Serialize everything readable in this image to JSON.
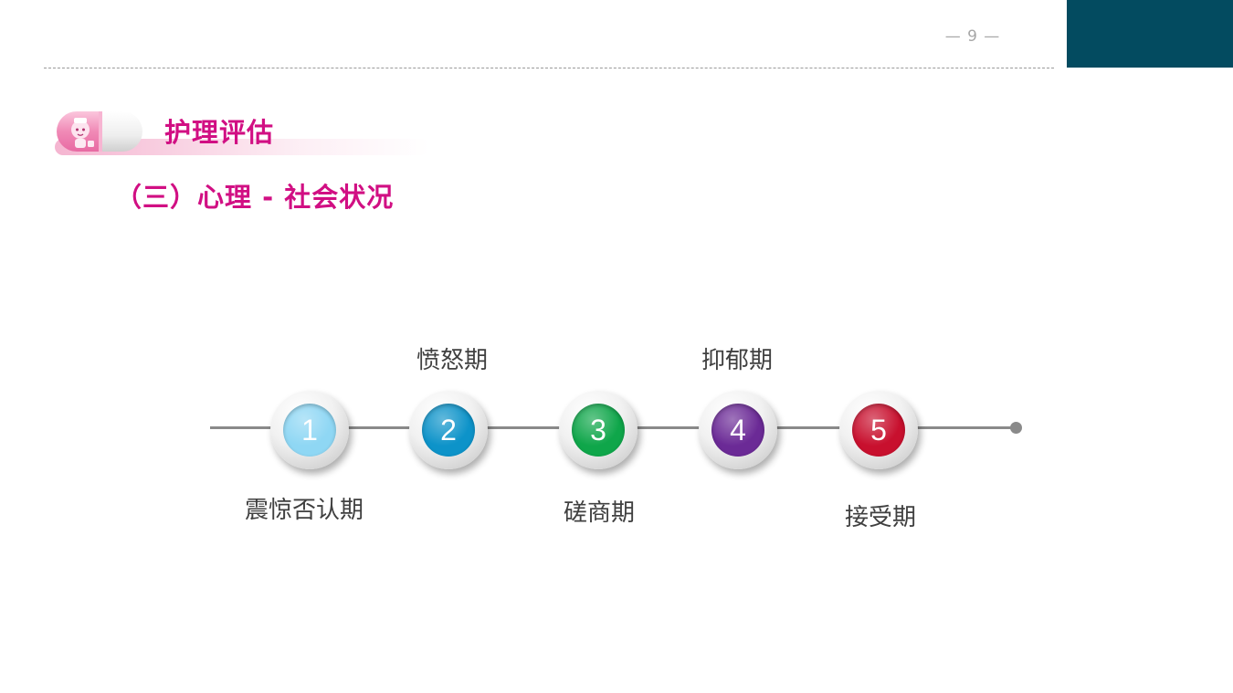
{
  "header": {
    "page_number": "— 9 —"
  },
  "section": {
    "title": "护理评估",
    "subtitle": "（三）心理 - 社会状况"
  },
  "stages": [
    {
      "number": "1",
      "label": "震惊否认期",
      "color": "#8fd7f4"
    },
    {
      "number": "2",
      "label": "愤怒期",
      "color": "#0d93c9"
    },
    {
      "number": "3",
      "label": "磋商期",
      "color": "#0fa64a"
    },
    {
      "number": "4",
      "label": "抑郁期",
      "color": "#6b2a96"
    },
    {
      "number": "5",
      "label": "接受期",
      "color": "#c8102e"
    }
  ],
  "colors": {
    "accent": "#d10f83",
    "corner": "#034b60",
    "line": "#8a8a8a"
  }
}
